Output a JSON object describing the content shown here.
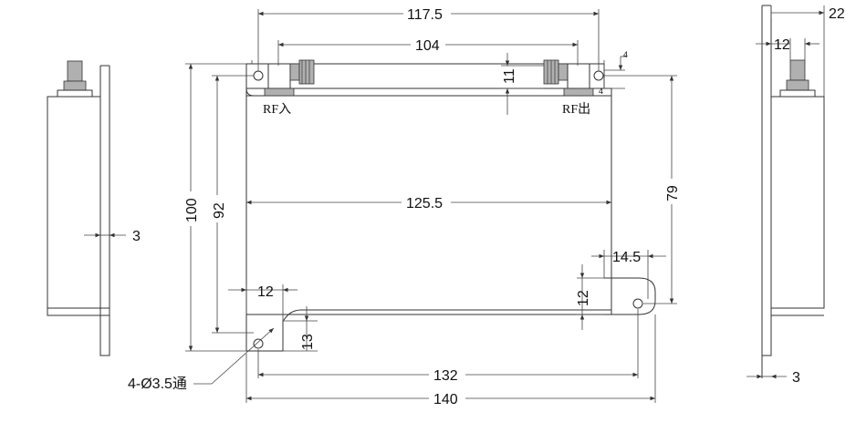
{
  "dimensions": {
    "top_width": "117.5",
    "connector_spacing": "104",
    "connector_height": "11",
    "corner_offset_x": "4",
    "corner_offset_y": "4",
    "overall_height": "100",
    "inner_height": "92",
    "body_width": "125.5",
    "right_hole_height": "79",
    "tab_width": "14.5",
    "tab_height": "12",
    "left_tab_width": "12",
    "left_tab_height": "13",
    "hole_spacing": "132",
    "overall_width": "140",
    "left_side_thickness": "3",
    "right_side_depth": "22",
    "right_side_connector": "12",
    "right_side_thickness": "3"
  },
  "labels": {
    "rf_in": "RF入",
    "rf_out": "RF出",
    "hole_note": "4-Ø3.5通"
  },
  "colors": {
    "line": "#333333",
    "connector_fill": "#b0b0b0"
  }
}
